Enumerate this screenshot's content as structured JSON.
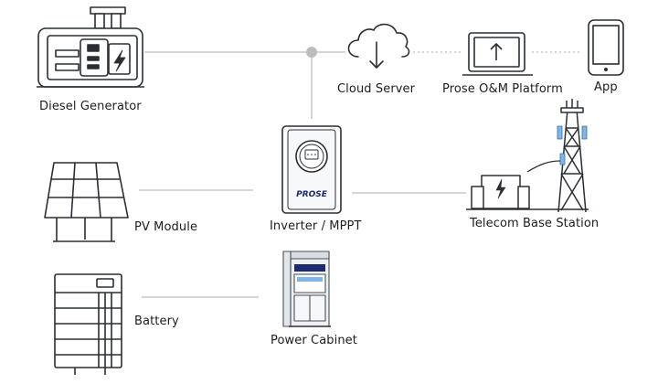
{
  "nodes": {
    "diesel_generator": "Diesel Generator",
    "cloud_server": "Cloud Server",
    "om_platform": "Prose O&M Platform",
    "app": "App",
    "pv_module": "PV Module",
    "inverter": "Inverter / MPPT",
    "telecom": "Telecom Base Station",
    "battery": "Battery",
    "power_cabinet": "Power Cabinet"
  },
  "brand_text": "PROSE",
  "colors": {
    "line": "#c9c9c9",
    "stroke": "#2a2f35",
    "accent_blue": "#1c2a6e",
    "light_blue": "#7fb6e8",
    "panel_gray": "#eef0f3"
  }
}
